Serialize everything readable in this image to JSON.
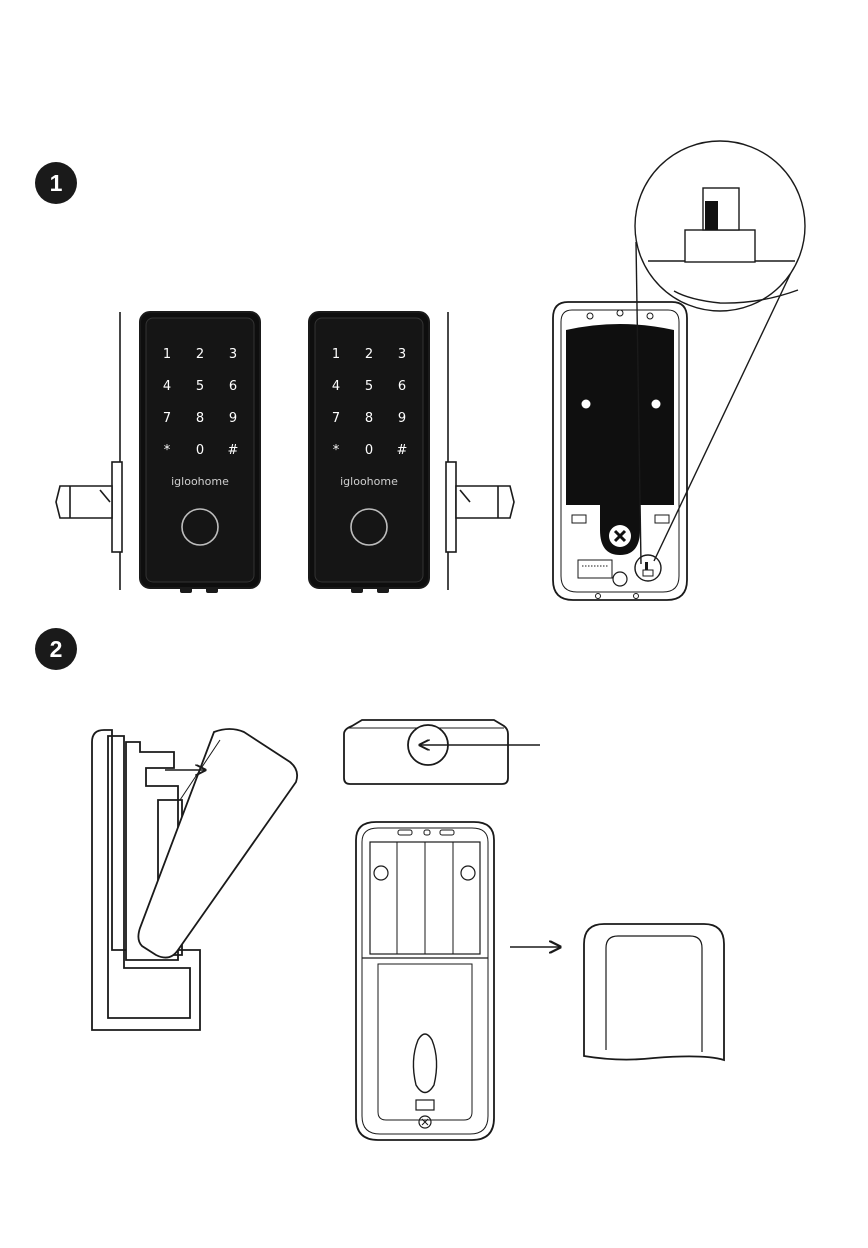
{
  "steps": [
    {
      "number": "1"
    },
    {
      "number": "2"
    }
  ],
  "keypad": {
    "rows": [
      [
        "1",
        "2",
        "3"
      ],
      [
        "4",
        "5",
        "6"
      ],
      [
        "7",
        "8",
        "9"
      ],
      [
        "*",
        "0",
        "#"
      ]
    ],
    "brand": "igloohome"
  },
  "icons": {
    "arrow_right": "arrow-right-icon",
    "arrow_left": "arrow-left-icon",
    "screw": "screw-icon"
  },
  "colors": {
    "badge": "#1a1a1a",
    "keypad_face": "#121212",
    "line": "#1a1a1a"
  }
}
